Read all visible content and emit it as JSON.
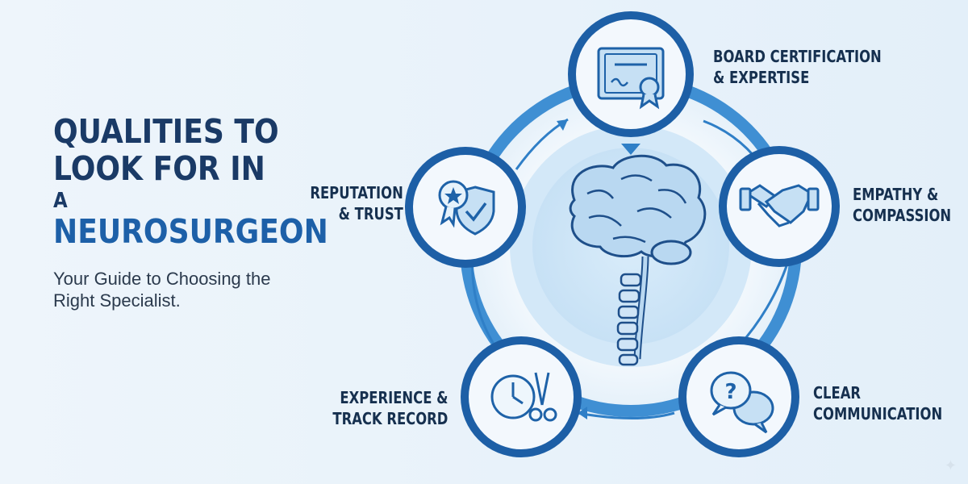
{
  "title": {
    "line1": "QUALITIES TO",
    "line2": "LOOK FOR IN",
    "line3": "A",
    "line4": "NEUROSURGEON"
  },
  "subtitle": "Your Guide to Choosing the Right Specialist.",
  "qualities": [
    {
      "line1": "BOARD CERTIFICATION",
      "line2": "& EXPERTISE",
      "icon": "certificate-icon"
    },
    {
      "line1": "EMPATHY &",
      "line2": "COMPASSION",
      "icon": "handshake-icon"
    },
    {
      "line1": "CLEAR",
      "line2": "COMMUNICATION",
      "icon": "speech-bubbles-icon"
    },
    {
      "line1": "EXPERIENCE &",
      "line2": "TRACK RECORD",
      "icon": "clock-scissors-icon"
    },
    {
      "line1": "REPUTATION",
      "line2": "& TRUST",
      "icon": "badge-shield-icon"
    }
  ],
  "center_icon": "brain-spine-icon",
  "colors": {
    "title_dark": "#1a3a66",
    "title_blue": "#1d60a8",
    "ring_dark": "#1d5fa6",
    "ring_light": "#3b8fd6",
    "icon_stroke": "#1e62a8",
    "icon_fill": "#bfdcf3"
  }
}
